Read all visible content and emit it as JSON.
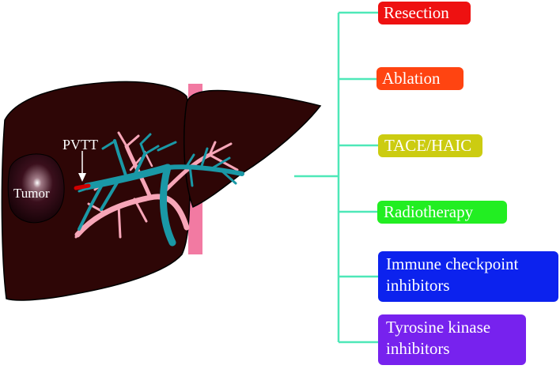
{
  "labels": {
    "tumor": "Tumor",
    "pvtt": "PVTT"
  },
  "treatments": [
    {
      "label": "Resection",
      "color": "#ee1111"
    },
    {
      "label": "Ablation",
      "color": "#ff4411"
    },
    {
      "label": "TACE/HAIC",
      "color": "#cccc11"
    },
    {
      "label": "Radiotherapy",
      "color": "#22ee22"
    },
    {
      "label": "Immune checkpoint\ninhibitors",
      "color": "#0c22ee"
    },
    {
      "label": "Tyrosine kinase\ninhibitors",
      "color": "#7722ee"
    }
  ],
  "colors": {
    "liver": "#2e0606",
    "liver_outline": "#000000",
    "vessel_pink": "#f7a6b8",
    "vessel_teal": "#1a98a6",
    "ivc": "#f27aa2",
    "connector": "#4ee8b8",
    "thrombus": "#d00000"
  }
}
